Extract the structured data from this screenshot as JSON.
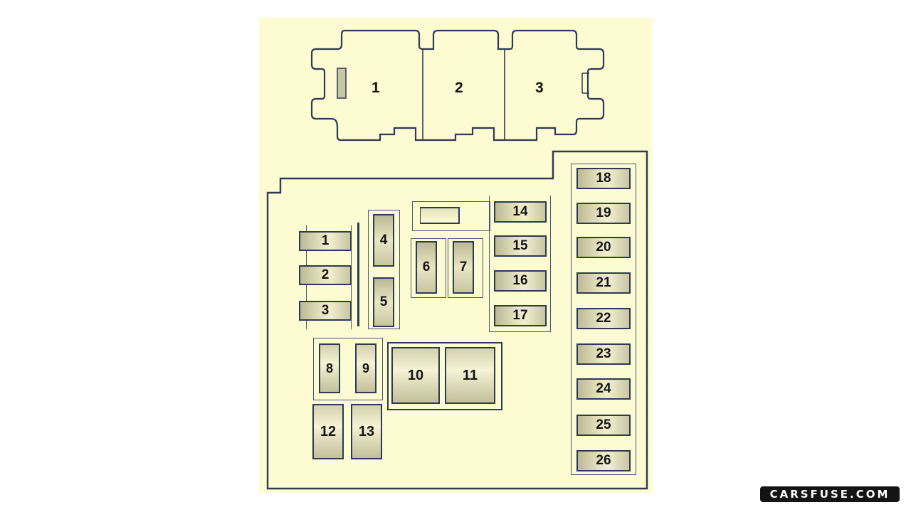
{
  "diagram": {
    "type": "fuse-box-layout",
    "background_color": "#fdfbd2",
    "outline_color": "#2c3a55",
    "top_connector": {
      "sections": [
        {
          "label": "1"
        },
        {
          "label": "2"
        },
        {
          "label": "3"
        }
      ]
    },
    "left_fuses": [
      {
        "label": "1"
      },
      {
        "label": "2"
      },
      {
        "label": "3"
      }
    ],
    "vertical_fuses_45": [
      {
        "label": "4"
      },
      {
        "label": "5"
      }
    ],
    "vertical_fuses_67": [
      {
        "label": "6"
      },
      {
        "label": "7"
      }
    ],
    "mini_relays_89": [
      {
        "label": "8"
      },
      {
        "label": "9"
      }
    ],
    "relays_10_11": [
      {
        "label": "10"
      },
      {
        "label": "11"
      }
    ],
    "relays_12_13": [
      {
        "label": "12"
      },
      {
        "label": "13"
      }
    ],
    "mid_column_fuses": [
      {
        "label": "14"
      },
      {
        "label": "15"
      },
      {
        "label": "16"
      },
      {
        "label": "17"
      }
    ],
    "right_column_fuses": [
      {
        "label": "18"
      },
      {
        "label": "19"
      },
      {
        "label": "20"
      },
      {
        "label": "21"
      },
      {
        "label": "22"
      },
      {
        "label": "23"
      },
      {
        "label": "24"
      },
      {
        "label": "25"
      },
      {
        "label": "26"
      }
    ]
  },
  "watermark": {
    "text": "CARSFUSE.COM"
  }
}
